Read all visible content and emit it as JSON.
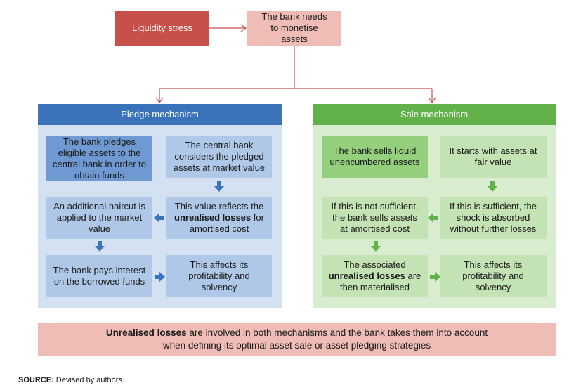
{
  "top": {
    "stress": "Liquidity stress",
    "monetise": "The bank needs to monetise assets"
  },
  "pledge": {
    "title": "Pledge mechanism",
    "box1": "The bank pledges eligible assets to the central bank in order to obtain funds",
    "box2": "The central bank considers the pledged assets at market value",
    "box3_pre": "This value reflects the",
    "box3_bold": "unrealised losses",
    "box3_post": "for amortised cost",
    "box4": "An additional haircut is applied to the market value",
    "box5": "The bank pays interest on the borrowed funds",
    "box6": "This affects its profitability and solvency"
  },
  "sale": {
    "title": "Sale mechanism",
    "box1": "The bank sells liquid unencumbered assets",
    "box2": "It starts with assets at fair value",
    "box3": "If this is sufficient, the shock is absorbed without further losses",
    "box4": "If this is not sufficient, the bank sells assets at amortised cost",
    "box5_pre": "The associated",
    "box5_bold": "unrealised losses",
    "box5_post": "are then materialised",
    "box6": "This affects its profitability and solvency"
  },
  "note": {
    "bold": "Unrealised losses",
    "rest": "are involved in both mechanisms and the bank takes them into account when defining its optimal asset sale or asset pledging strategies"
  },
  "source": {
    "label": "SOURCE:",
    "text": "Devised by authors."
  },
  "colors": {
    "stress": "#c8504a",
    "pink": "#f0bcb6",
    "pledge_header": "#3b73bb",
    "sale_header": "#63b14a",
    "blue_arrow": "#3b73bb",
    "green_arrow": "#63b14a"
  }
}
